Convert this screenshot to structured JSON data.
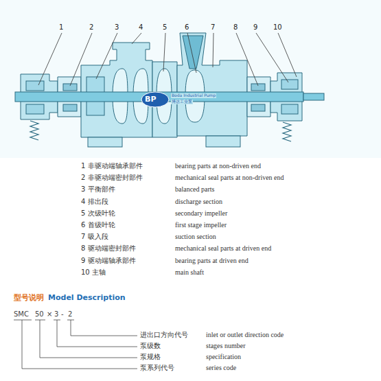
{
  "diagram": {
    "labels": [
      "1",
      "2",
      "3",
      "4",
      "5",
      "6",
      "7",
      "8",
      "9",
      "10",
      "1 非驱动端轴承部件",
      "bearing parts at non-driven end",
      "2 非驱动端密封部件",
      "mechanical seal parts at non-driven end",
      "3 平衡部件",
      "balanced parts",
      "4 排出段",
      "discharge section",
      "5 次级叶轮",
      "secondary impeller",
      "6 首级叶轮",
      "first stage impeller",
      "7 吸入段",
      "suction section",
      "8 驱动端密封部件",
      "mechanical seal parts at driven end",
      "9 驱动端轴承部件",
      "bearing parts at driven end",
      "10 主轴",
      "main shaft",
      "BP",
      "Boda Industrial Pump",
      "博达工业泵",
      "型号说明",
      "Model Description",
      "SMC",
      "50",
      "×",
      "3",
      "-",
      "2",
      "进出口方向代号",
      "inlet or outlet direction code",
      "泵级数",
      "stages number",
      "泵规格",
      "specification",
      "泵系列代号",
      "series code"
    ]
  }
}
